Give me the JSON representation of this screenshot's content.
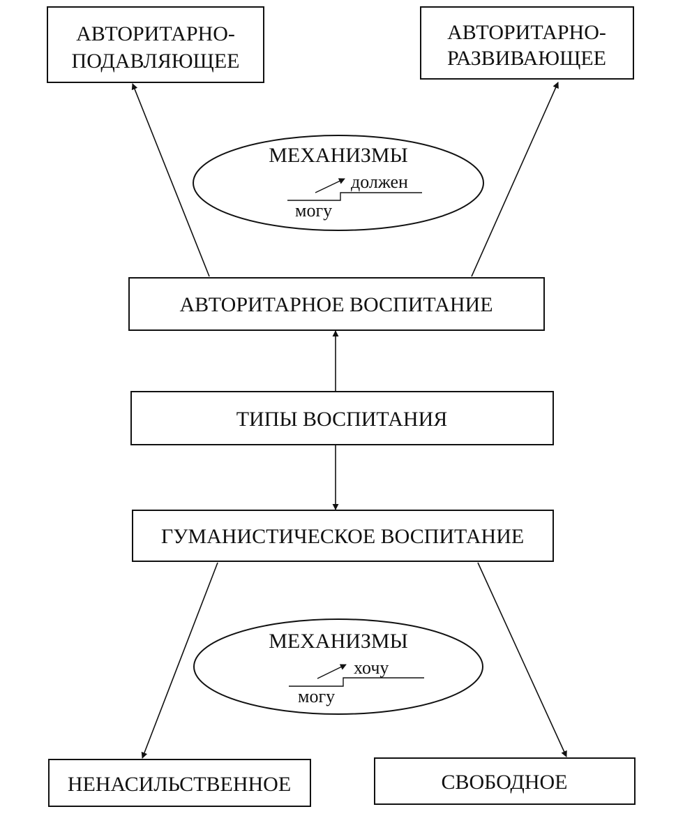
{
  "nodes": {
    "authoritarian_suppressive": [
      "АВТОРИТАРНО-",
      "ПОДАВЛЯЮЩЕЕ"
    ],
    "authoritarian_developing": [
      "АВТОРИТАРНО-",
      "РАЗВИВАЮЩЕЕ"
    ],
    "authoritarian_upbringing": "АВТОРИТАРНОЕ ВОСПИТАНИЕ",
    "upbringing_types": "ТИПЫ ВОСПИТАНИЯ",
    "humanistic_upbringing": "ГУМАНИСТИЧЕСКОЕ ВОСПИТАНИЕ",
    "nonviolent": "НЕНАСИЛЬСТВЕННОЕ",
    "free": "СВОБОДНОЕ"
  },
  "mechanisms_top": {
    "title": "МЕХАНИЗМЫ",
    "from_word": "могу",
    "to_word": "должен"
  },
  "mechanisms_bottom": {
    "title": "МЕХАНИЗМЫ",
    "from_word": "могу",
    "to_word": "хочу"
  },
  "colors": {
    "ink": "#111111",
    "paper": "#ffffff"
  }
}
